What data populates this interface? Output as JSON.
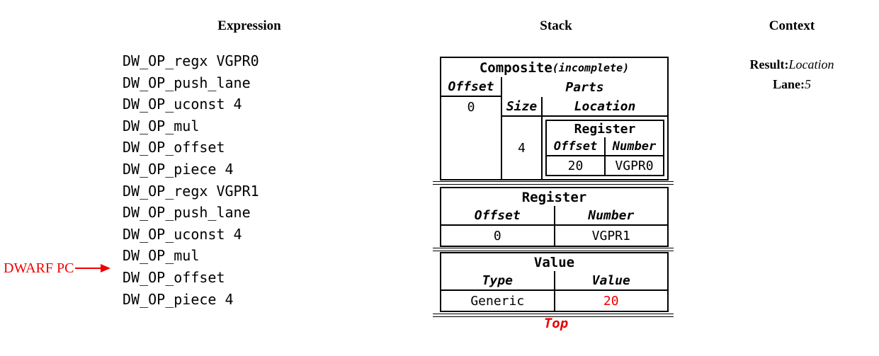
{
  "columns": {
    "expression": {
      "title": "Expression",
      "items": [
        "DW_OP_regx VGPR0",
        "DW_OP_push_lane",
        "DW_OP_uconst 4",
        "DW_OP_mul",
        "DW_OP_offset",
        "DW_OP_piece 4",
        "DW_OP_regx VGPR1",
        "DW_OP_push_lane",
        "DW_OP_uconst 4",
        "DW_OP_mul",
        "DW_OP_offset",
        "DW_OP_piece 4"
      ],
      "pc_label": "DWARF PC",
      "pc_points_to_item_index": 10
    },
    "stack": {
      "title": "Stack",
      "top_label": "Top",
      "entries": {
        "composite": {
          "title": "Composite",
          "title_suffix": "(incomplete)",
          "offset_header": "Offset",
          "offset_value": "0",
          "parts_header": "Parts",
          "size_header": "Size",
          "location_header": "Location",
          "part_size_value": "4",
          "part_location": {
            "title": "Register",
            "offset_header": "Offset",
            "number_header": "Number",
            "offset_value": "20",
            "number_value": "VGPR0"
          }
        },
        "register": {
          "title": "Register",
          "col1_header": "Offset",
          "col2_header": "Number",
          "col1_value": "0",
          "col2_value": "VGPR1"
        },
        "value": {
          "title": "Value",
          "col1_header": "Type",
          "col2_header": "Value",
          "col1_value": "Generic",
          "col2_value": "20",
          "col2_value_highlighted": true
        }
      }
    },
    "context": {
      "title": "Context",
      "fields": [
        {
          "label": "Result:",
          "value": "Location"
        },
        {
          "label": "Lane:",
          "value": "5"
        }
      ]
    }
  },
  "colors": {
    "accent_red": "#ee0000",
    "ink": "#000000",
    "background": "#ffffff"
  }
}
